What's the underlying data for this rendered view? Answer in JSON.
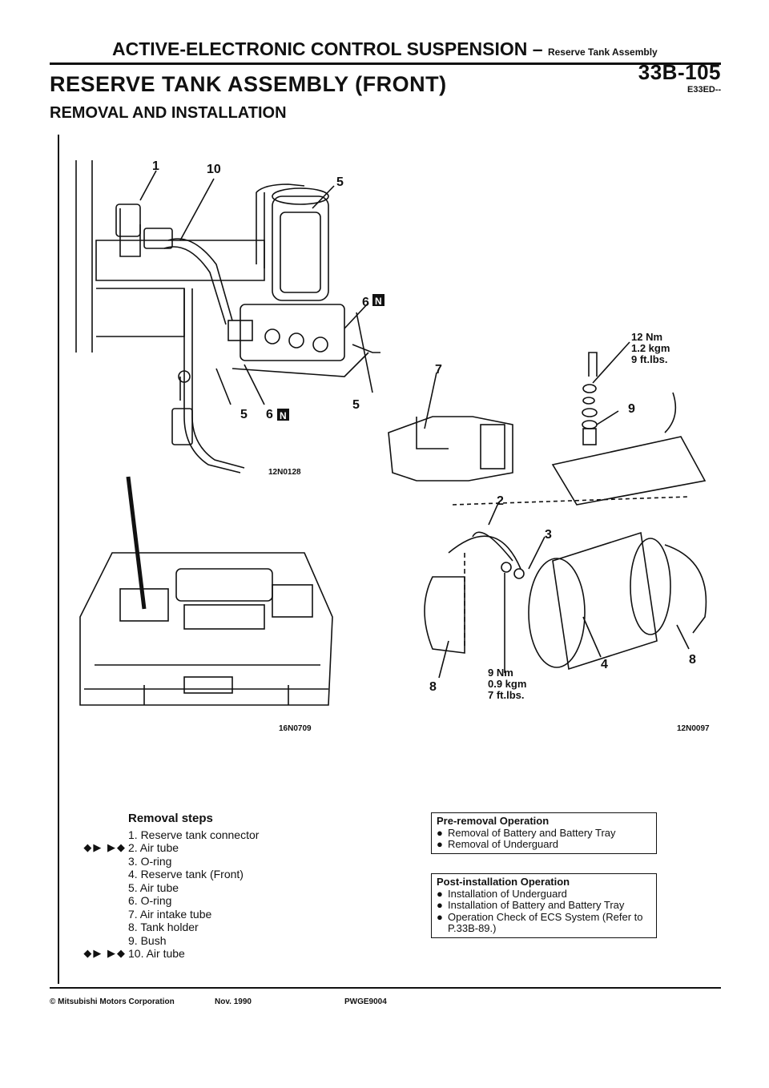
{
  "header": {
    "section": "ACTIVE-ELECTRONIC CONTROL SUSPENSION",
    "dash": "–",
    "subsection": "Reserve Tank Assembly",
    "page_number": "33B-105"
  },
  "title": "RESERVE TANK ASSEMBLY (FRONT)",
  "subtitle": "REMOVAL AND INSTALLATION",
  "section_code": "E33ED--",
  "figure_codes": {
    "upper_left": "12N0128",
    "lower_left": "16N0709",
    "right": "12N0097"
  },
  "callouts": {
    "c1": "1",
    "c10": "10",
    "c5a": "5",
    "c6a": "6",
    "c5b": "5",
    "c6b": "6",
    "c5c": "5",
    "c7": "7",
    "c9": "9",
    "c2": "2",
    "c3": "3",
    "c4": "4",
    "c8a": "8",
    "c8b": "8",
    "n_badge": "N"
  },
  "torque_1": {
    "line1": "12 Nm",
    "line2": "1.2 kgm",
    "line3": "9 ft.lbs."
  },
  "torque_2": {
    "line1": "9 Nm",
    "line2": "0.9 kgm",
    "line3": "7 ft.lbs."
  },
  "removal_steps": {
    "heading": "Removal steps",
    "markers": {
      "step2": "◆▶ ▶◆",
      "step10": "◆▶ ▶◆"
    },
    "items": [
      "1. Reserve tank connector",
      "2. Air tube",
      "3. O-ring",
      "4. Reserve tank (Front)",
      "5. Air tube",
      "6. O-ring",
      "7. Air intake tube",
      "8. Tank holder",
      "9. Bush",
      "10. Air tube"
    ]
  },
  "pre_removal": {
    "heading": "Pre-removal Operation",
    "items": [
      "Removal of Battery and Battery Tray",
      "Removal of Underguard"
    ]
  },
  "post_installation": {
    "heading": "Post-installation Operation",
    "items": [
      "Installation of Underguard",
      "Installation of Battery and Battery Tray",
      "Operation Check of ECS System (Refer to P.33B-89.)"
    ]
  },
  "footer": {
    "copyright": "© Mitsubishi Motors Corporation",
    "date": "Nov. 1990",
    "doc_code": "PWGE9004"
  }
}
